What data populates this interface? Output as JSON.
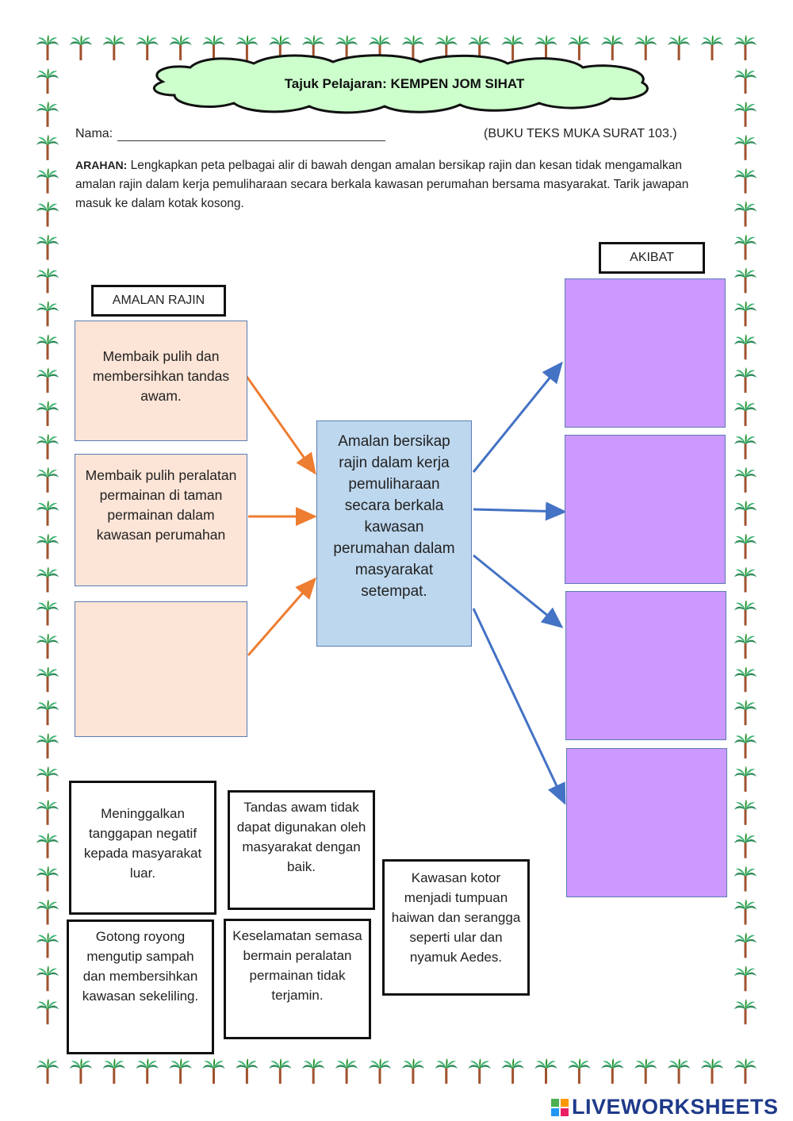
{
  "title": "Tajuk Pelajaran: KEMPEN JOM SIHAT",
  "nama_label": "Nama:",
  "buku_ref": "(BUKU TEKS MUKA SURAT 103.)",
  "arahan": {
    "label": "ARAHAN:",
    "text": "Lengkapkan peta pelbagai alir di bawah dengan amalan bersikap rajin dan kesan tidak mengamalkan amalan rajin dalam kerja pemuliharaan secara berkala kawasan perumahan bersama masyarakat. Tarik jawapan masuk ke dalam kotak kosong."
  },
  "left_header": "AMALAN RAJIN",
  "right_header": "AKIBAT",
  "causes": [
    "Membaik pulih  dan membersihkan tandas awam.",
    "Membaik pulih peralatan permainan di taman permainan dalam kawasan perumahan",
    ""
  ],
  "center_text": "Amalan bersikap rajin dalam kerja pemuliharaan secara berkala kawasan perumahan dalam masyarakat setempat.",
  "answers": [
    "Meninggalkan tanggapan negatif kepada masyarakat luar.",
    "Tandas awam tidak dapat digunakan oleh masyarakat dengan baik.",
    "Kawasan kotor menjadi tumpuan haiwan dan serangga seperti ular dan nyamuk Aedes.",
    "Gotong royong mengutip sampah dan membersihkan kawasan sekeliling.",
    "Keselamatan semasa bermain peralatan permainan tidak terjamin."
  ],
  "logo_text": "LIVEWORKSHEETS",
  "colors": {
    "cause_fill": "#fce4d6",
    "center_fill": "#bdd7ee",
    "effect_fill": "#cc99ff",
    "cloud_fill": "#ccffcc",
    "orange_arrow": "#ed7d31",
    "blue_arrow": "#4472c4"
  },
  "icons": [
    "palm-tree-icon",
    "liveworksheets-logo-icon"
  ]
}
